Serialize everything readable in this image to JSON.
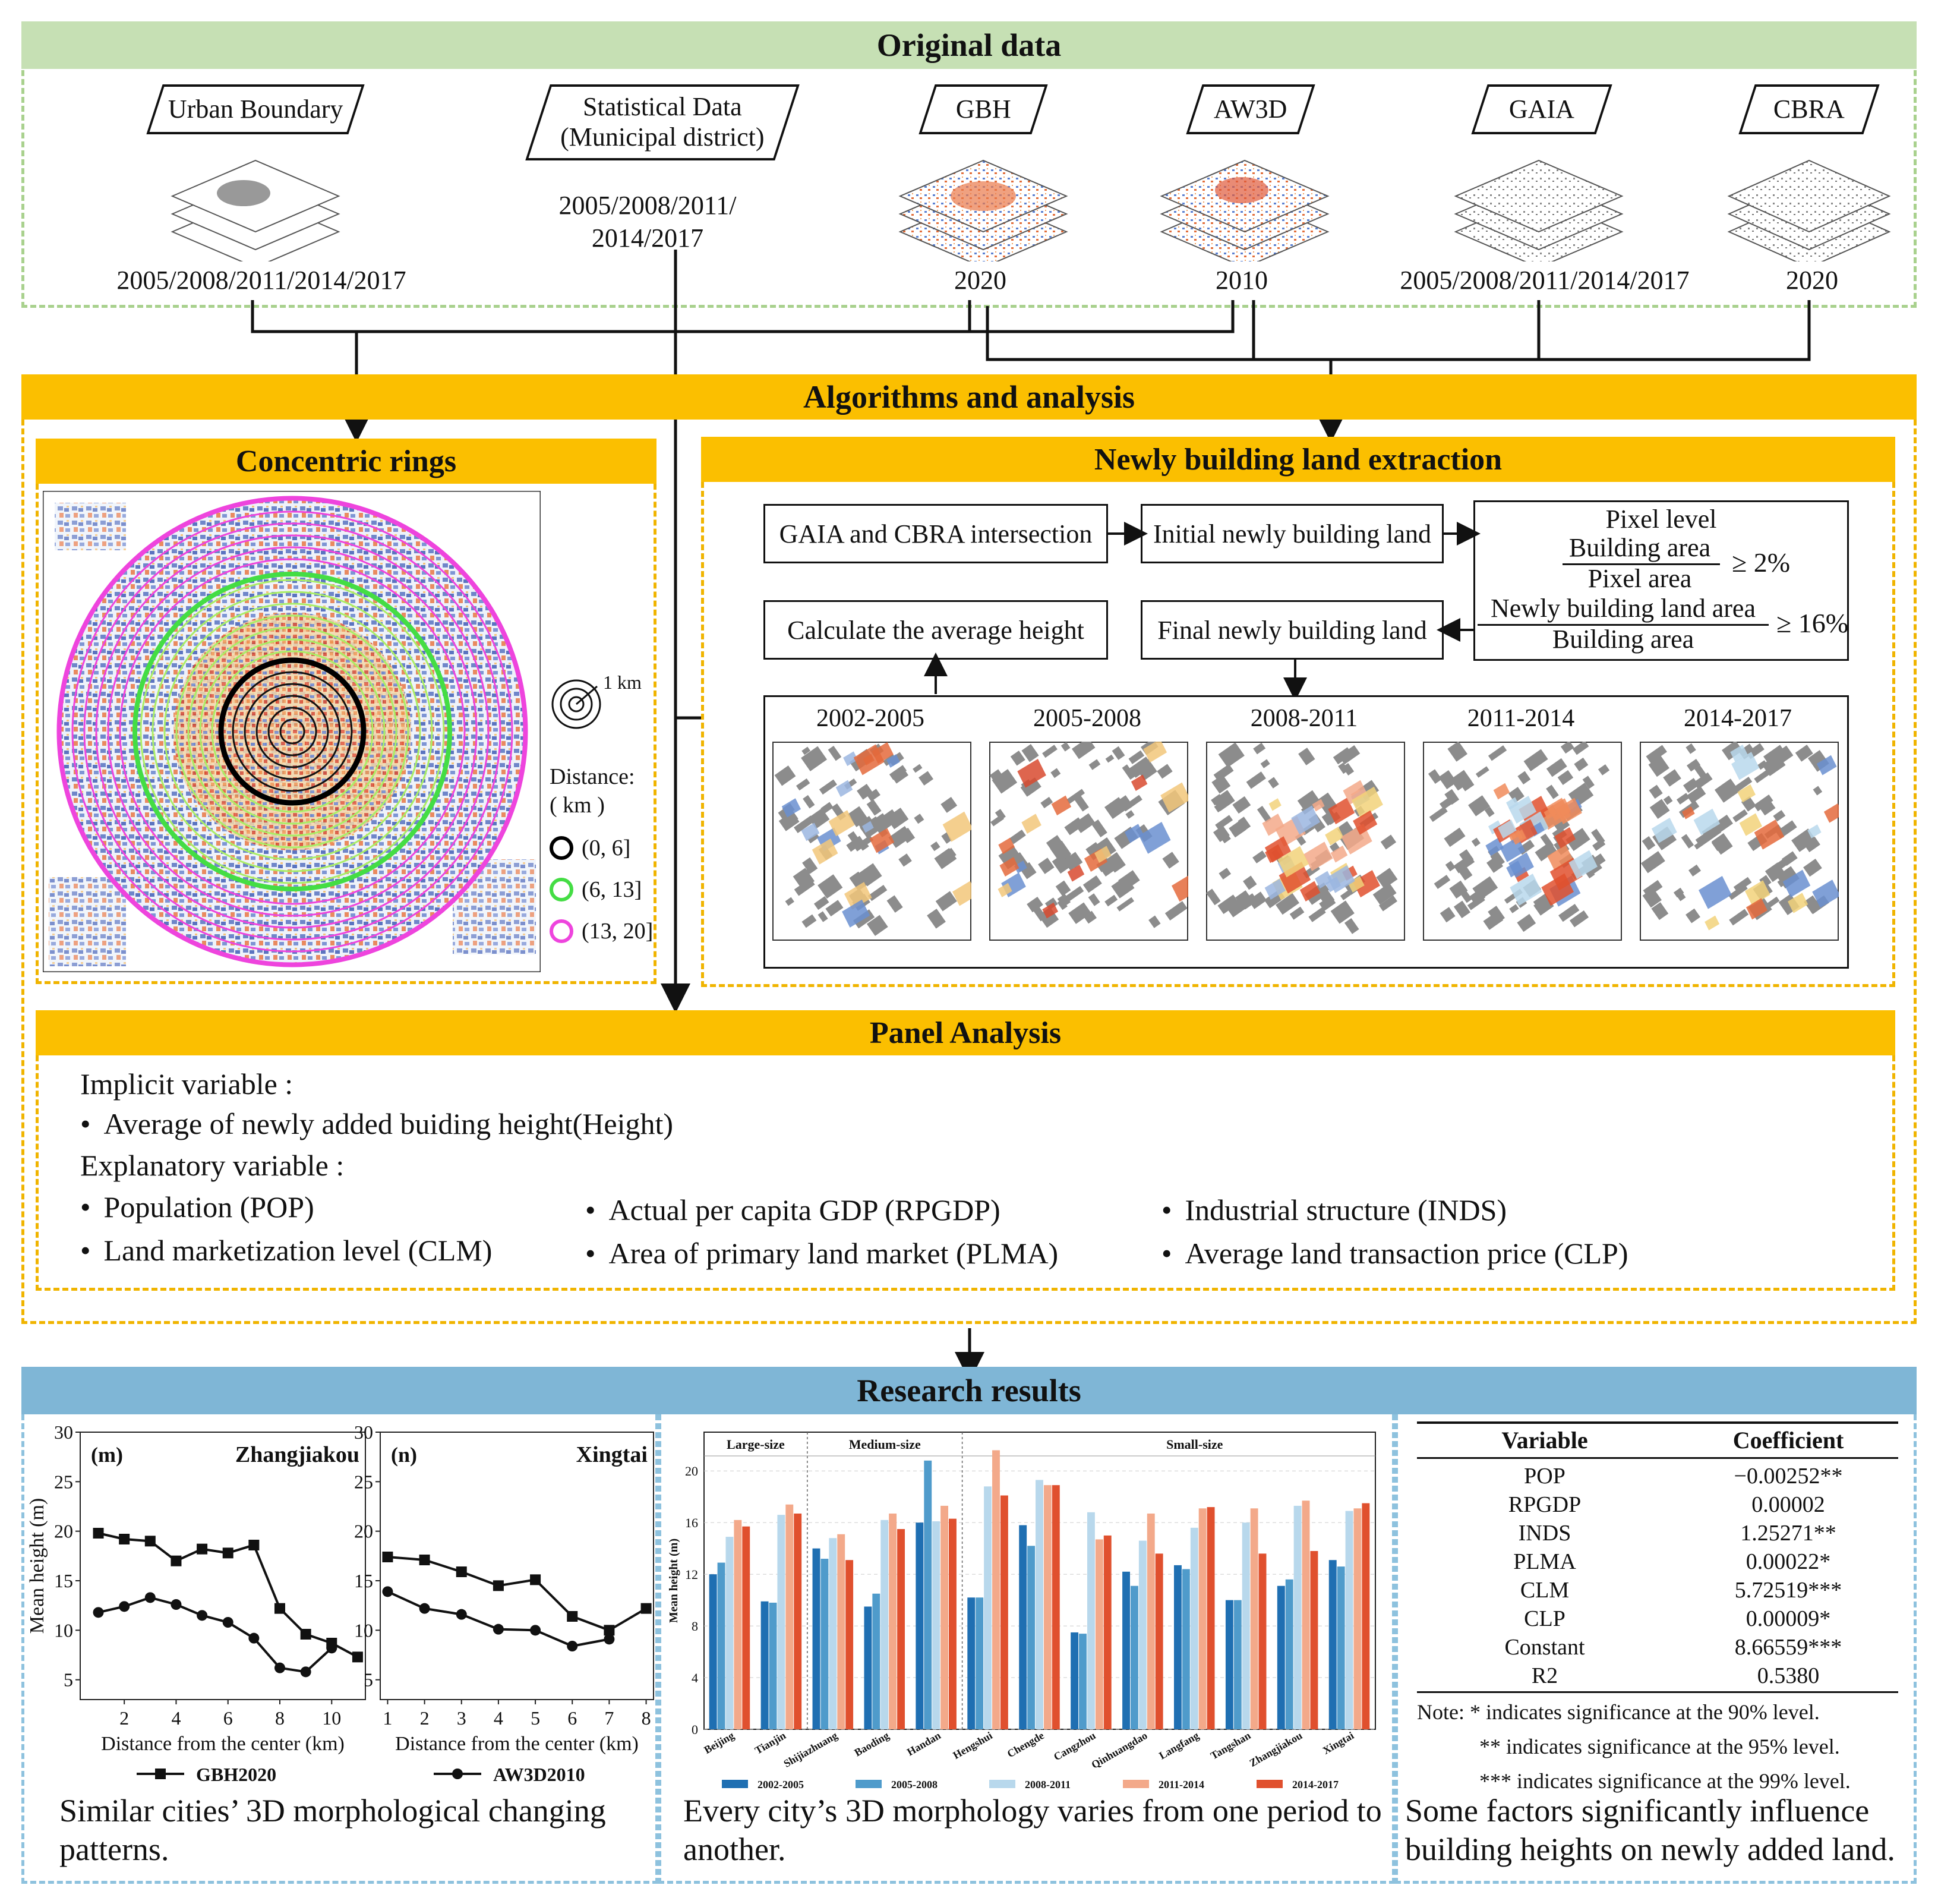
{
  "colors": {
    "green_banner": "#c6e0b4",
    "yellow_banner": "#fbbf00",
    "blue_banner": "#7fb6d6",
    "green_dash": "#a9d18e",
    "yellow_dash": "#f0b400",
    "blue_dash": "#8ec2de",
    "ring_black": "#000000",
    "ring_green": "#44dd44",
    "ring_magenta": "#ee44dd"
  },
  "original": {
    "title": "Original data",
    "sources": [
      {
        "label": "Urban Boundary",
        "years": "2005/2008/2011/2014/2017",
        "icon": "gray-layers-icon"
      },
      {
        "label": "Statistical Data\n(Municipal district)",
        "years": "2005/2008/2011/\n2014/2017",
        "icon": ""
      },
      {
        "label": "GBH",
        "years": "2020",
        "icon": "colored-layers-icon"
      },
      {
        "label": "AW3D",
        "years": "2010",
        "icon": "colored-layers-icon"
      },
      {
        "label": "GAIA",
        "years": "2005/2008/2011/2014/2017",
        "icon": "gray-layers-icon"
      },
      {
        "label": "CBRA",
        "years": "2020",
        "icon": "gray-layers-icon"
      }
    ]
  },
  "algorithms": {
    "title": "Algorithms and analysis",
    "rings": {
      "title": "Concentric rings",
      "scale_label": "1 km",
      "distance_label": "Distance:",
      "distance_unit": "( km )",
      "legend": [
        "(0, 6]",
        "(6, 13]",
        "(13, 20]"
      ]
    },
    "extraction": {
      "title": "Newly building land extraction",
      "step1": "GAIA  and CBRA intersection",
      "step2": "Initial newly building land",
      "criterion_title": "Pixel level",
      "frac1_num": "Building area",
      "frac1_den": "Pixel area",
      "frac1_thr": "≥ 2%",
      "frac2_num": "Newly building land area",
      "frac2_den": "Building area",
      "frac2_thr": "≥ 16%",
      "step3": "Final newly  building land",
      "step4": "Calculate the average height",
      "periods": [
        "2002-2005",
        "2005-2008",
        "2008-2011",
        "2011-2014",
        "2014-2017"
      ]
    }
  },
  "panel": {
    "title": "Panel Analysis",
    "implicit_label": "Implicit variable :",
    "implicit_item": "Average of newly added buiding height(Height)",
    "explanatory_label": "Explanatory variable :",
    "vars": [
      "Population (POP)",
      "Actual per capita GDP (RPGDP)",
      "Industrial structure (INDS)",
      "Land marketization level (CLM)",
      "Area of primary land market (PLMA)",
      "Average land transaction price (CLP)"
    ]
  },
  "results": {
    "title": "Research results",
    "caption1": "Similar cities’ 3D morphological changing patterns.",
    "caption2": "Every city’s 3D morphology varies from one period to another.",
    "caption3": "Some factors significantly influence building heights on newly added land.",
    "table": {
      "headers": [
        "Variable",
        "Coefficient"
      ],
      "rows": [
        [
          "POP",
          "−0.00252**"
        ],
        [
          "RPGDP",
          "0.00002"
        ],
        [
          "INDS",
          "1.25271**"
        ],
        [
          "PLMA",
          "0.00022*"
        ],
        [
          "CLM",
          "5.72519***"
        ],
        [
          "CLP",
          "0.00009*"
        ],
        [
          "Constant",
          "8.66559***"
        ],
        [
          "R2",
          "0.5380"
        ]
      ],
      "notes": [
        "Note: * indicates significance at the 90% level.",
        "** indicates significance at the 95% level.",
        "*** indicates significance at the 99% level."
      ]
    }
  },
  "chart_data": [
    {
      "type": "line",
      "panel_label": "(m)",
      "title": "Zhangjiakou",
      "xlabel": "Distance from the center (km)",
      "ylabel": "Mean height (m)",
      "ylim": [
        3,
        30
      ],
      "xlim": [
        0.3,
        11.3
      ],
      "xticks": [
        2,
        4,
        6,
        8,
        10
      ],
      "yticks": [
        5,
        10,
        15,
        20,
        25,
        30
      ],
      "series": [
        {
          "name": "GBH2020",
          "marker": "square",
          "x": [
            1,
            2,
            3,
            4,
            5,
            6,
            7,
            8,
            9,
            10,
            11
          ],
          "values": [
            19.8,
            19.2,
            19.0,
            17.0,
            18.2,
            17.8,
            18.6,
            12.2,
            9.6,
            8.7,
            7.3
          ]
        },
        {
          "name": "AW3D2010",
          "marker": "circle",
          "x": [
            1,
            2,
            3,
            4,
            5,
            6,
            7,
            8,
            9,
            10
          ],
          "values": [
            11.8,
            12.4,
            13.3,
            12.6,
            11.5,
            10.8,
            9.2,
            6.2,
            5.8,
            8.2
          ]
        }
      ]
    },
    {
      "type": "line",
      "panel_label": "(n)",
      "title": "Xingtai",
      "xlabel": "Distance from the center (km)",
      "ylabel": "",
      "ylim": [
        3,
        30
      ],
      "xlim": [
        0.8,
        8.2
      ],
      "xticks": [
        1,
        2,
        3,
        4,
        5,
        6,
        7,
        8
      ],
      "yticks": [
        5,
        10,
        15,
        20,
        25,
        30
      ],
      "series": [
        {
          "name": "GBH2020",
          "marker": "square",
          "x": [
            1,
            2,
            3,
            4,
            5,
            6,
            7,
            8
          ],
          "values": [
            17.4,
            17.1,
            15.9,
            14.5,
            15.1,
            11.4,
            10.0,
            12.2
          ]
        },
        {
          "name": "AW3D2010",
          "marker": "circle",
          "x": [
            1,
            2,
            3,
            4,
            5,
            6,
            7
          ],
          "values": [
            13.9,
            12.2,
            11.6,
            10.1,
            10.0,
            8.4,
            9.1
          ]
        }
      ]
    },
    {
      "type": "bar",
      "ylabel": "Mean height (m)",
      "ylim": [
        0,
        23
      ],
      "yticks": [
        0,
        4,
        8,
        12,
        16,
        20
      ],
      "groups": [
        {
          "name": "Large-size",
          "count": 2
        },
        {
          "name": "Medium-size",
          "count": 3
        },
        {
          "name": "Small-size",
          "count": 9
        }
      ],
      "categories": [
        "Beijing",
        "Tianjin",
        "Shijiazhuang",
        "Baoding",
        "Handan",
        "Hengshui",
        "Chengde",
        "Cangzhou",
        "Qinhuangdao",
        "Langfang",
        "Tangshan",
        "Zhangjiakou",
        "Xingtai"
      ],
      "series": [
        {
          "name": "2002-2005",
          "color": "#1f6fb2",
          "values": [
            12.0,
            9.9,
            14.0,
            9.5,
            16.0,
            10.2,
            15.8,
            7.5,
            12.2,
            12.7,
            10.0,
            11.1,
            13.1
          ]
        },
        {
          "name": "2005-2008",
          "color": "#4f9bcb",
          "values": [
            12.9,
            9.8,
            13.2,
            10.5,
            20.8,
            10.2,
            14.2,
            7.4,
            11.1,
            12.4,
            10.0,
            11.6,
            12.6
          ]
        },
        {
          "name": "2008-2011",
          "color": "#b8d8ec",
          "values": [
            14.9,
            16.6,
            14.8,
            16.2,
            16.1,
            18.8,
            19.3,
            16.8,
            14.6,
            15.6,
            16.0,
            17.3,
            16.9
          ]
        },
        {
          "name": "2011-2014",
          "color": "#f3a98a",
          "values": [
            16.2,
            17.4,
            15.1,
            16.7,
            17.3,
            21.6,
            18.9,
            14.7,
            16.7,
            17.1,
            17.1,
            17.7,
            17.1
          ]
        },
        {
          "name": "2014-2017",
          "color": "#e0502e",
          "values": [
            15.7,
            16.7,
            13.1,
            15.5,
            16.3,
            18.1,
            18.9,
            15.0,
            13.6,
            17.2,
            13.6,
            13.8,
            17.5
          ]
        }
      ]
    }
  ]
}
